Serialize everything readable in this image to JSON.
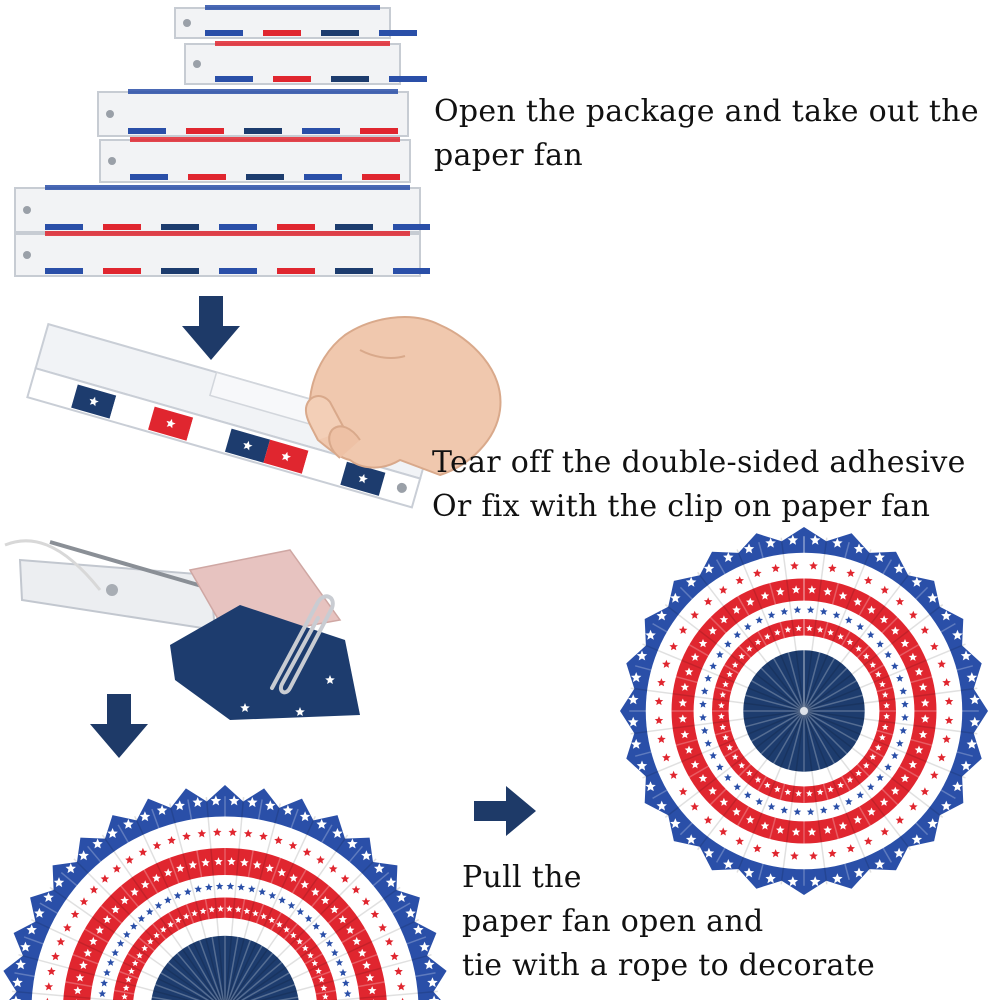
{
  "colors": {
    "navy": "#1d3c6e",
    "royal_blue": "#2a4fa8",
    "red": "#e0262f",
    "white": "#ffffff",
    "arrow": "#1e3a68",
    "text": "#111111"
  },
  "steps": [
    {
      "lines": [
        "Open the package and take out the",
        "paper fan"
      ]
    },
    {
      "lines": [
        "Tear off the double-sided adhesive",
        "Or fix with the clip on paper fan"
      ]
    },
    {
      "lines": [
        "Pull the",
        "paper fan open and",
        "tie with a rope to decorate"
      ]
    }
  ],
  "icons": {
    "down_arrow": "arrow-down-icon",
    "right_arrow": "arrow-right-icon",
    "hand": "hand-icon",
    "clip": "paper-clip-icon",
    "star": "star-icon"
  }
}
